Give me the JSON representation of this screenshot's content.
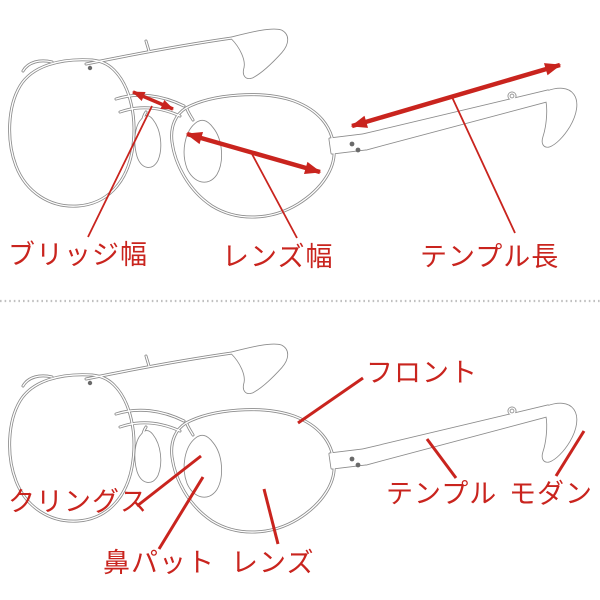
{
  "colors": {
    "annotation_red": "#c9241e",
    "frame_gray": "#8c8c8c",
    "divider_gray": "#c0c0c0",
    "background": "#ffffff"
  },
  "top_diagram": {
    "labels": {
      "bridge_width": "ブリッジ幅",
      "lens_width": "レンズ幅",
      "temple_length": "テンプル長"
    }
  },
  "bottom_diagram": {
    "labels": {
      "front": "フロント",
      "clings": "クリングス",
      "nose_pad": "鼻パット",
      "lens": "レンズ",
      "temple": "テンプル",
      "modern": "モダン"
    }
  }
}
